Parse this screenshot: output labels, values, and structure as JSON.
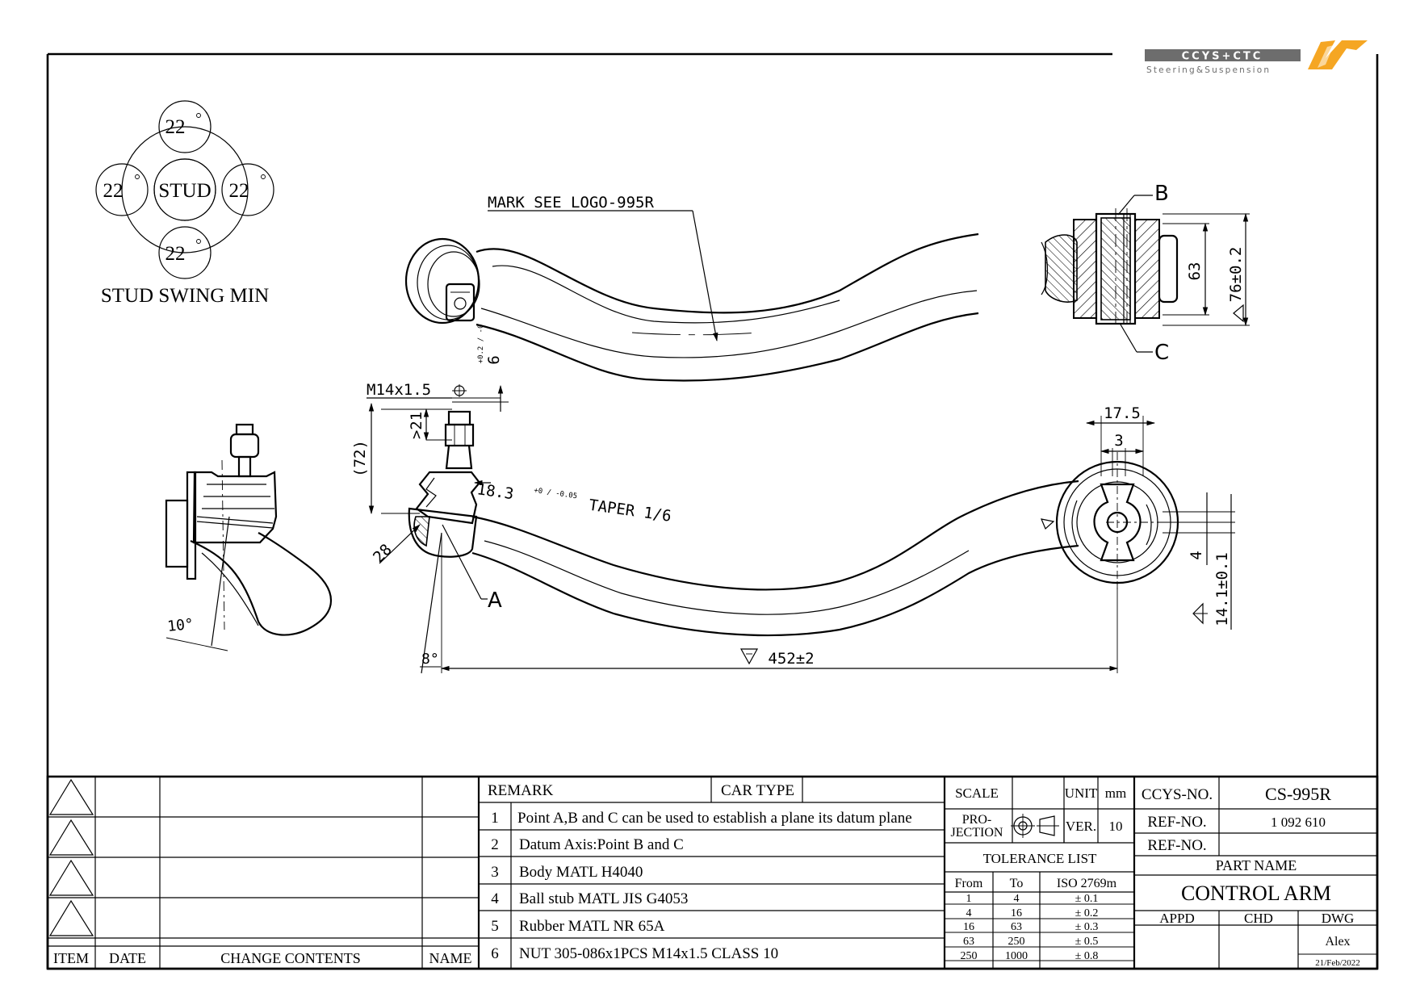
{
  "logo": {
    "name": "CCYS+CTC",
    "tagline": "Steering&Suspension",
    "accent": "#f5a623",
    "dark": "#6d6d6d"
  },
  "stud_swing": {
    "center": "STUD",
    "angles": [
      "22",
      "22",
      "22",
      "22"
    ],
    "title": "STUD SWING MIN"
  },
  "dims": {
    "mark": "MARK SEE LOGO-995R",
    "b": "B",
    "c": "C",
    "a": "A",
    "d63": "63",
    "d76": "76±0.2",
    "m14": "M14x1.5",
    "d6": "6",
    "d6tol": "+0.2 / -0",
    "d21": ">21",
    "d72": "(72)",
    "taper": "18.3",
    "taper_tol": "+0 / -0.05",
    "taper_text": "TAPER 1/6",
    "d28": "28",
    "d175": "17.5",
    "d3": "3",
    "d4": "4",
    "d141": "14.1±0.1",
    "d452": "452±2",
    "ang8": "8°",
    "ang10": "10°"
  },
  "title_block": {
    "revision": {
      "headers": [
        "ITEM",
        "DATE",
        "CHANGE CONTENTS",
        "NAME"
      ]
    },
    "remark_label": "REMARK",
    "car_type_label": "CAR TYPE",
    "remarks": [
      {
        "n": "1",
        "text": "Point A,B and C can be used to establish a plane its datum plane"
      },
      {
        "n": "2",
        "text": "Datum Axis:Point B and C"
      },
      {
        "n": "3",
        "text": "Body MATL H4040"
      },
      {
        "n": "4",
        "text": "Ball stub MATL JIS G4053"
      },
      {
        "n": "5",
        "text": "Rubber MATL NR 65A"
      },
      {
        "n": "6",
        "text": "NUT 305-086x1PCS M14x1.5 CLASS 10"
      }
    ],
    "scale_label": "SCALE",
    "unit_label": "UNIT",
    "unit_value": "mm",
    "projection_label": "PRO-\nJECTION",
    "ver_label": "VER.",
    "ver_value": "10",
    "tolerance": {
      "title": "TOLERANCE LIST",
      "headers": [
        "From",
        "To",
        "ISO 2769m"
      ],
      "rows": [
        [
          "1",
          "4",
          "± 0.1"
        ],
        [
          "4",
          "16",
          "± 0.2"
        ],
        [
          "16",
          "63",
          "± 0.3"
        ],
        [
          "63",
          "250",
          "± 0.5"
        ],
        [
          "250",
          "1000",
          "± 0.8"
        ]
      ]
    },
    "ccys_no_label": "CCYS-NO.",
    "ccys_no_value": "CS-995R",
    "ref_no_label": "REF-NO.",
    "ref_no_value": "1 092 610",
    "ref_no2_label": "REF-NO.",
    "ref_no2_value": "",
    "part_name_label": "PART NAME",
    "part_name_value": "CONTROL ARM",
    "appd_label": "APPD",
    "chd_label": "CHD",
    "dwg_label": "DWG",
    "dwg_name": "Alex",
    "dwg_date": "21/Feb/2022"
  }
}
